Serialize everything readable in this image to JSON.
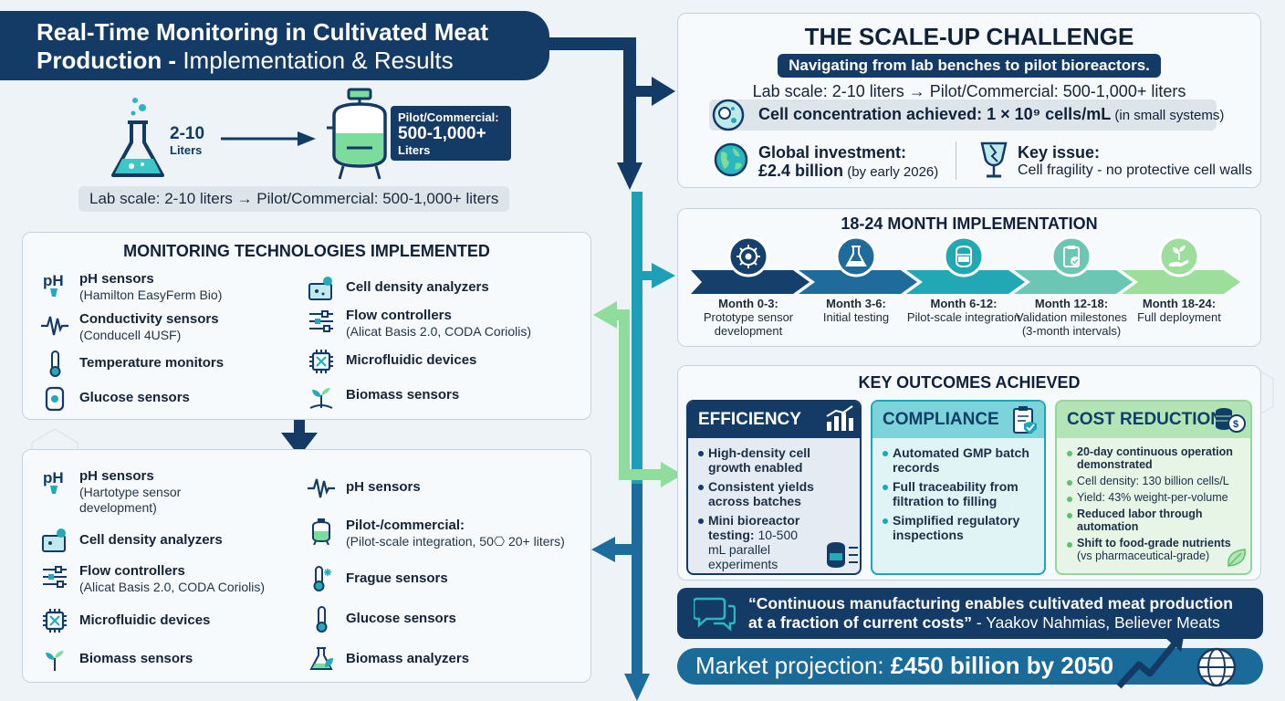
{
  "title": {
    "line1": "Real-Time Monitoring in Cultivated Meat",
    "line2_bold": "Production -",
    "line2_rest": " Implementation & Results"
  },
  "scale_visual": {
    "lab_value": "2-10",
    "lab_unit": "Liters",
    "pilot_label": "Pilot/Commercial:",
    "pilot_value": "500-1,000+",
    "pilot_unit": "Liters",
    "caption": "Lab scale: 2-10 liters → Pilot/Commercial: 500-1,000+ liters"
  },
  "monitoring": {
    "title": "MONITORING TECHNOLOGIES IMPLEMENTED",
    "left": [
      {
        "name": "pH sensors",
        "sub": "(Hamilton EasyFerm Bio)",
        "icon": "ph-icon"
      },
      {
        "name": "Conductivity sensors",
        "sub": "(Conducell 4USF)",
        "icon": "wave-icon"
      },
      {
        "name": "Temperature monitors",
        "sub": "",
        "icon": "thermometer-icon"
      },
      {
        "name": "Glucose sensors",
        "sub": "",
        "icon": "glucose-meter-icon"
      }
    ],
    "right": [
      {
        "name": "Cell density analyzers",
        "sub": "",
        "icon": "analyzer-icon"
      },
      {
        "name": "Flow controllers",
        "sub": "(Alicat Basis 2.0, CODA Coriolis)",
        "icon": "sliders-icon"
      },
      {
        "name": "Microfluidic devices",
        "sub": "",
        "icon": "chip-icon"
      },
      {
        "name": "Biomass sensors",
        "sub": "",
        "icon": "sprout-icon"
      }
    ]
  },
  "lower_list": {
    "left": [
      {
        "name": "pH sensors",
        "sub": "(Hartotype sensor development)",
        "icon": "ph-icon"
      },
      {
        "name": "Cell density analyzers",
        "sub": "",
        "icon": "analyzer-icon"
      },
      {
        "name": "Flow controllers",
        "sub": "(Alicat Basis 2.0, CODA Coriolis)",
        "icon": "sliders-icon"
      },
      {
        "name": "Microfluidic devices",
        "sub": "",
        "icon": "chip-icon"
      },
      {
        "name": "Biomass sensors",
        "sub": "",
        "icon": "sprout-icon"
      }
    ],
    "right": [
      {
        "name": "pH sensors",
        "sub": "",
        "icon": "wave-icon"
      },
      {
        "name": "Pilot-/commercial:",
        "sub": "(Pilot-scale  integration, 50⎔ 20+ liters)",
        "icon": "bioreactor-icon"
      },
      {
        "name": "Frague sensors",
        "sub": "",
        "icon": "thermometer-snow-icon"
      },
      {
        "name": "Glucose sensors",
        "sub": "",
        "icon": "thermometer-icon"
      },
      {
        "name": "Biomass analyzers",
        "sub": "",
        "icon": "flask-leaf-icon"
      }
    ]
  },
  "challenge": {
    "title": "THE SCALE-UP CHALLENGE",
    "subtitle": "Navigating from lab benches to pilot bioreactors.",
    "scale_line": "Lab scale: 2-10 liters → Pilot/Commercial: 500-1,000+ liters",
    "cell_label": "Cell concentration achieved: 1 × 10⁹ cells/mL",
    "cell_note": " (in small systems)",
    "invest_label": "Global investment:",
    "invest_value": "£2.4 billion",
    "invest_note": " (by early 2026)",
    "issue_label": "Key issue:",
    "issue_text": "Cell fragility - no protective cell walls"
  },
  "timeline": {
    "title": "18-24 MONTH IMPLEMENTATION",
    "stages": [
      {
        "month": "Month 0-3:",
        "desc": "Prototype sensor development",
        "icon": "gear-chip-icon",
        "color": "#15406b"
      },
      {
        "month": "Month 3-6:",
        "desc": "Initial testing",
        "icon": "flask-icon",
        "color": "#1f6c9c"
      },
      {
        "month": "Month 6-12:",
        "desc": "Pilot-scale integration",
        "icon": "reactor-icon",
        "color": "#21a8b4"
      },
      {
        "month": "Month 12-18:",
        "desc": "Validation milestones (3-month intervals)",
        "icon": "clipboard-icon",
        "color": "#6cc6b4"
      },
      {
        "month": "Month 18-24:",
        "desc": "Full deployment",
        "icon": "hand-plant-icon",
        "color": "#9ede9c"
      }
    ]
  },
  "outcomes": {
    "title": "KEY OUTCOMES ACHIEVED",
    "efficiency": {
      "title": "EFFICIENCY",
      "items": [
        {
          "bold": "High-density cell growth enabled",
          "rest": ""
        },
        {
          "bold": "Consistent yields across batches",
          "rest": ""
        },
        {
          "bold": "Mini bioreactor testing:",
          "rest": " 10-500 mL parallel experiments"
        }
      ],
      "accent": "#143b66"
    },
    "compliance": {
      "title": "COMPLIANCE",
      "items": [
        {
          "bold": "Automated GMP batch records",
          "rest": ""
        },
        {
          "bold": "Full traceability from filtration to filling",
          "rest": ""
        },
        {
          "bold": "Simplified regulatory inspections",
          "rest": ""
        }
      ],
      "accent": "#1aa7b7"
    },
    "cost": {
      "title": "COST REDUCTION",
      "items": [
        {
          "bold": "20-day continuous operation demonstrated",
          "rest": ""
        },
        {
          "bold": "",
          "rest": "Cell density: 130 billion cells/L"
        },
        {
          "bold": "",
          "rest": "Yield: 43% weight-per-volume"
        },
        {
          "bold": "Reduced labor through automation",
          "rest": ""
        },
        {
          "bold": "Shift to food-grade nutrients",
          "rest": " (vs pharmaceutical-grade)"
        }
      ],
      "accent": "#5fc16a"
    }
  },
  "quote": {
    "text": "“Continuous manufacturing enables cultivated meat production at a fraction of current costs”",
    "author": " - Yaakov Nahmias, Believer Meats"
  },
  "market": {
    "label": "Market projection: ",
    "value": "£450 billion by 2050"
  }
}
